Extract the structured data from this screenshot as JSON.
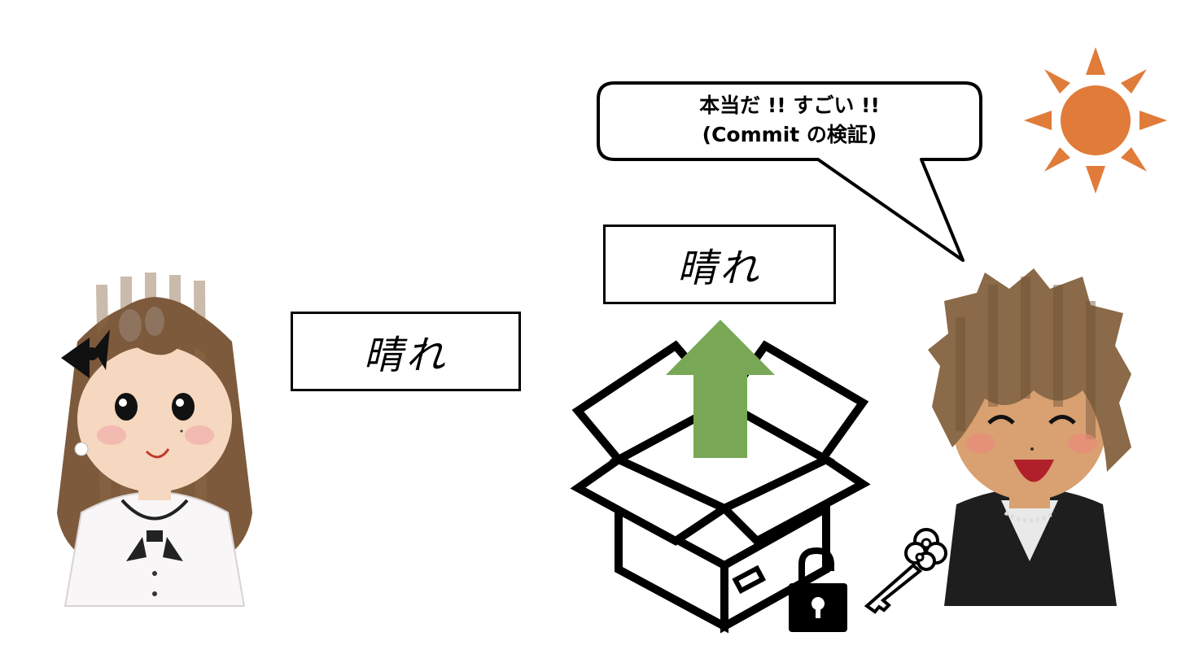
{
  "speech_bubble": {
    "line1": "本当だ !! すごい !!",
    "line2": "(Commit の検証)"
  },
  "note_left": {
    "text": "晴れ"
  },
  "note_revealed": {
    "text": "晴れ"
  },
  "colors": {
    "sun": "#e07b39",
    "arrow": "#78a856",
    "hair": "#7a5a3a",
    "skin": "#f6d7bf",
    "outline": "#000000"
  },
  "icons": [
    "sun-icon",
    "up-arrow-icon",
    "open-box-icon",
    "unlocked-padlock-icon",
    "key-icon"
  ]
}
